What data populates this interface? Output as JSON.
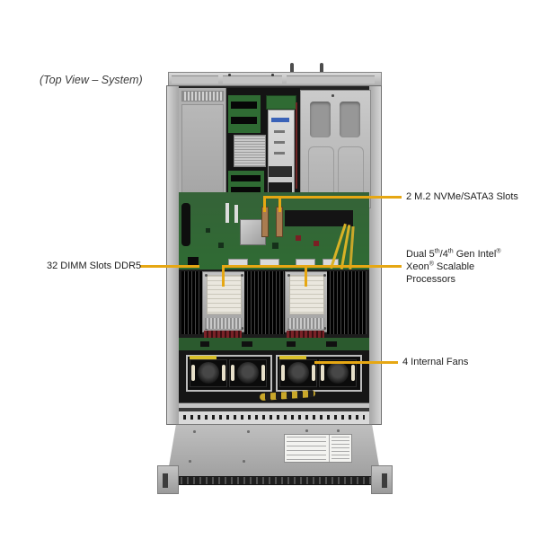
{
  "colors": {
    "accent": "#e6a713",
    "pcb_green": "#2f6b33",
    "chassis_gray": "#b5b5b5"
  },
  "caption": "(Top View – System)",
  "callouts": {
    "m2": {
      "label": "2 M.2 NVMe/SATA3 Slots"
    },
    "dimm": {
      "label": "32 DIMM Slots DDR5"
    },
    "xeon": {
      "l1a": "Dual 5",
      "l1sup1": "th",
      "l1b": "/4",
      "l1sup2": "th",
      "l1c": " Gen Intel",
      "l1reg": "®",
      "l2a": "Xeon",
      "l2reg": "®",
      "l2b": " Scalable",
      "l3": "Processors"
    },
    "fans": {
      "label": "4 Internal Fans"
    }
  }
}
